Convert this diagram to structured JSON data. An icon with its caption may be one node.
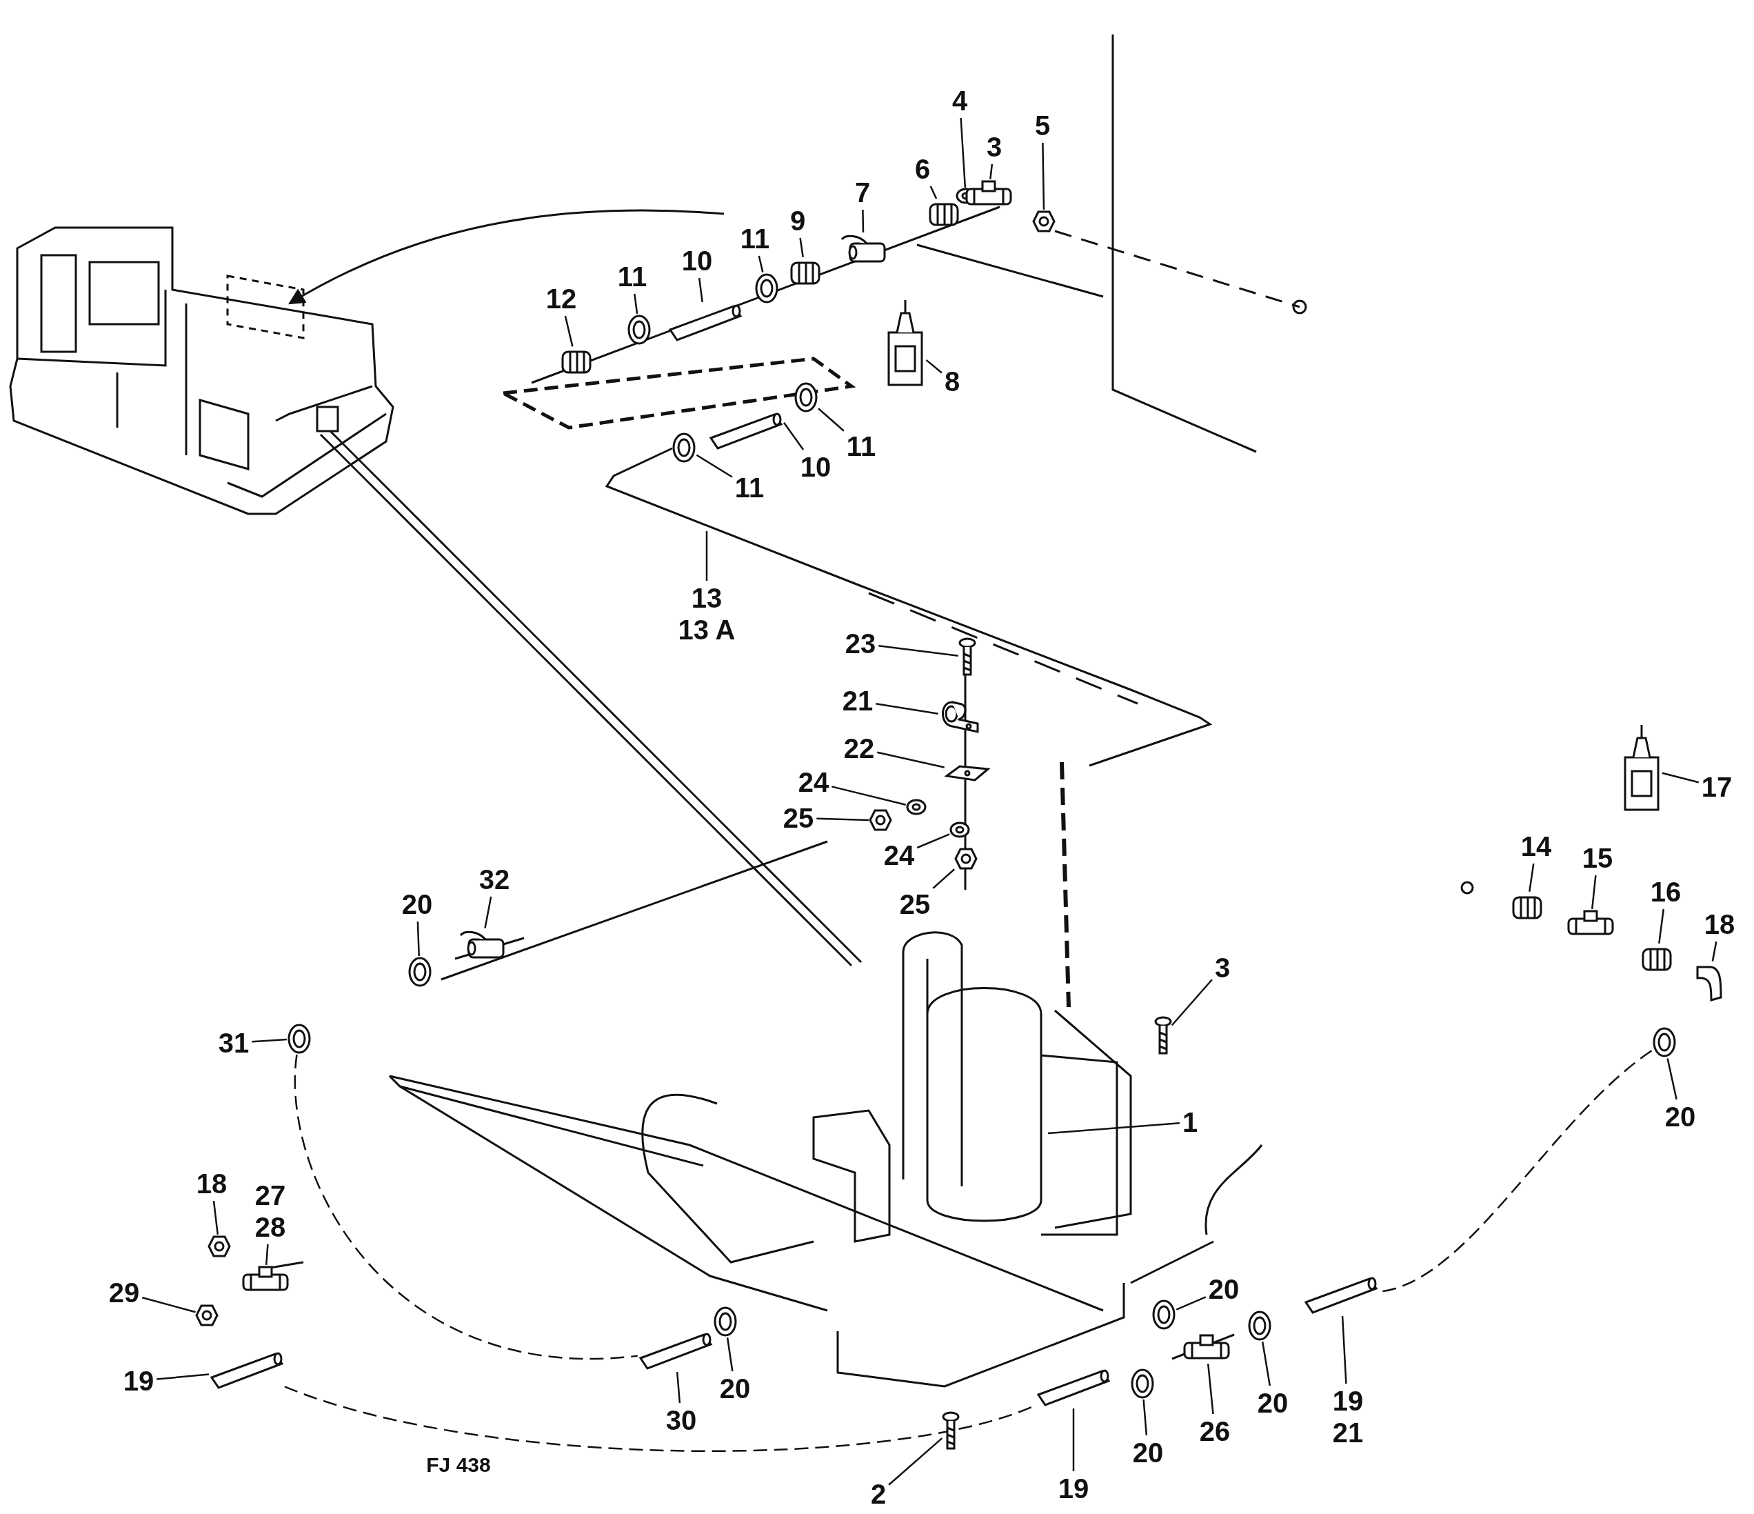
{
  "diagram": {
    "nodes": [
      {
        "text": [
          "4"
        ]
      },
      {
        "text": [
          "3"
        ]
      },
      {
        "text": [
          "5"
        ]
      },
      {
        "text": [
          "6"
        ]
      },
      {
        "text": [
          "7"
        ]
      },
      {
        "text": [
          "9"
        ]
      },
      {
        "text": [
          "11"
        ]
      },
      {
        "text": [
          "10"
        ]
      },
      {
        "text": [
          "11"
        ]
      },
      {
        "text": [
          "12"
        ]
      },
      {
        "text": [
          "8"
        ]
      },
      {
        "text": [
          "11"
        ]
      },
      {
        "text": [
          "10"
        ]
      },
      {
        "text": [
          "11"
        ]
      },
      {
        "text": [
          "13",
          "13 A"
        ]
      },
      {
        "text": [
          "23"
        ]
      },
      {
        "text": [
          "21"
        ]
      },
      {
        "text": [
          "22"
        ]
      },
      {
        "text": [
          "24"
        ]
      },
      {
        "text": [
          "25"
        ]
      },
      {
        "text": [
          "24"
        ]
      },
      {
        "text": [
          "25"
        ]
      },
      {
        "text": [
          "20"
        ]
      },
      {
        "text": [
          "32"
        ]
      },
      {
        "text": [
          "31"
        ]
      },
      {
        "text": [
          "3"
        ]
      },
      {
        "text": [
          "1"
        ]
      },
      {
        "text": [
          "17"
        ]
      },
      {
        "text": [
          "14"
        ]
      },
      {
        "text": [
          "15"
        ]
      },
      {
        "text": [
          "16"
        ]
      },
      {
        "text": [
          "18"
        ]
      },
      {
        "text": [
          "20"
        ]
      },
      {
        "text": [
          "18"
        ]
      },
      {
        "text": [
          "27",
          "28"
        ]
      },
      {
        "text": [
          "29"
        ]
      },
      {
        "text": [
          "19"
        ]
      },
      {
        "text": [
          "20"
        ]
      },
      {
        "text": [
          "20"
        ]
      },
      {
        "text": [
          "30"
        ]
      },
      {
        "text": [
          "20"
        ]
      },
      {
        "text": [
          "26"
        ]
      },
      {
        "text": [
          "19",
          "21"
        ]
      },
      {
        "text": [
          "20"
        ]
      },
      {
        "text": [
          "19"
        ]
      },
      {
        "text": [
          "2"
        ]
      },
      {
        "text": [],
        "shape": "picture"
      },
      {
        "text": [],
        "shape": "picture"
      },
      {
        "text": [],
        "shape": "picture"
      },
      {
        "text": [],
        "shape": "picture"
      },
      {
        "text": [],
        "shape": "picture"
      },
      {
        "text": [],
        "shape": "picture"
      },
      {
        "text": [],
        "shape": "picture"
      },
      {
        "text": [],
        "shape": "picture"
      },
      {
        "text": [],
        "shape": "picture"
      },
      {
        "text": [],
        "shape": "picture"
      },
      {
        "text": [],
        "shape": "picture"
      },
      {
        "text": [],
        "shape": "picture"
      },
      {
        "text": [],
        "shape": "picture"
      },
      {
        "text": [],
        "shape": "picture"
      },
      {
        "text": [],
        "shape": "picture"
      },
      {
        "text": [],
        "shape": "picture"
      },
      {
        "text": [],
        "shape": "picture"
      },
      {
        "text": [],
        "shape": "picture"
      },
      {
        "text": [],
        "shape": "picture"
      },
      {
        "text": [],
        "shape": "picture"
      },
      {
        "text": [],
        "shape": "picture"
      },
      {
        "text": [],
        "shape": "picture"
      },
      {
        "text": [],
        "shape": "picture"
      },
      {
        "text": [],
        "shape": "picture"
      },
      {
        "text": [],
        "shape": "picture"
      },
      {
        "text": [],
        "shape": "picture"
      },
      {
        "text": [],
        "shape": "picture"
      },
      {
        "text": [],
        "shape": "picture"
      },
      {
        "text": [],
        "shape": "picture"
      },
      {
        "text": [],
        "shape": "picture"
      },
      {
        "text": [],
        "shape": "picture"
      },
      {
        "text": [],
        "shape": "picture"
      },
      {
        "text": [],
        "shape": "picture"
      },
      {
        "text": [],
        "shape": "picture"
      },
      {
        "text": [],
        "shape": "picture"
      },
      {
        "text": [],
        "shape": "picture"
      },
      {
        "text": [],
        "shape": "picture"
      },
      {
        "text": [],
        "shape": "picture"
      },
      {
        "text": [],
        "shape": "picture"
      },
      {
        "text": [],
        "shape": "picture"
      },
      {
        "text": [],
        "shape": "picture"
      },
      {
        "text": [],
        "shape": "picture"
      },
      {
        "text": [],
        "shape": "picture"
      },
      {
        "text": [],
        "shape": "picture"
      }
    ],
    "edges": [
      {
        "from": 0,
        "to": 46,
        "arrow": "none"
      },
      {
        "from": 1,
        "to": 47,
        "arrow": "none"
      },
      {
        "from": 2,
        "to": 48,
        "arrow": "none"
      },
      {
        "from": 3,
        "to": 49,
        "arrow": "none"
      },
      {
        "from": 4,
        "to": 50,
        "arrow": "none"
      },
      {
        "from": 5,
        "to": 51,
        "arrow": "none"
      },
      {
        "from": 6,
        "to": 52,
        "arrow": "none"
      },
      {
        "from": 7,
        "to": 53,
        "arrow": "none"
      },
      {
        "from": 8,
        "to": 54,
        "arrow": "none"
      },
      {
        "from": 9,
        "to": 55,
        "arrow": "none"
      },
      {
        "from": 10,
        "to": 56,
        "arrow": "none"
      },
      {
        "from": 11,
        "to": 57,
        "arrow": "none"
      },
      {
        "from": 12,
        "to": 58,
        "arrow": "none"
      },
      {
        "from": 13,
        "to": 59,
        "arrow": "none"
      },
      {
        "from": 14,
        "to": null,
        "arrow": "none"
      },
      {
        "from": 15,
        "to": 60,
        "arrow": "none"
      },
      {
        "from": 16,
        "to": 61,
        "arrow": "none"
      },
      {
        "from": 17,
        "to": 62,
        "arrow": "none"
      },
      {
        "from": 18,
        "to": 63,
        "arrow": "none"
      },
      {
        "from": 19,
        "to": 64,
        "arrow": "none"
      },
      {
        "from": 20,
        "to": 65,
        "arrow": "none"
      },
      {
        "from": 21,
        "to": 66,
        "arrow": "none"
      },
      {
        "from": 22,
        "to": 67,
        "arrow": "none"
      },
      {
        "from": 23,
        "to": 68,
        "arrow": "none"
      },
      {
        "from": 24,
        "to": 69,
        "arrow": "none"
      },
      {
        "from": 25,
        "to": 70,
        "arrow": "none"
      },
      {
        "from": 26,
        "to": null,
        "arrow": "none"
      },
      {
        "from": 27,
        "to": 71,
        "arrow": "none"
      },
      {
        "from": 28,
        "to": 72,
        "arrow": "none"
      },
      {
        "from": 29,
        "to": 73,
        "arrow": "none"
      },
      {
        "from": 30,
        "to": 74,
        "arrow": "none"
      },
      {
        "from": 31,
        "to": 75,
        "arrow": "none"
      },
      {
        "from": 32,
        "to": 76,
        "arrow": "none"
      },
      {
        "from": 33,
        "to": 77,
        "arrow": "none"
      },
      {
        "from": 34,
        "to": 78,
        "arrow": "none"
      },
      {
        "from": 35,
        "to": 79,
        "arrow": "none"
      },
      {
        "from": 36,
        "to": 80,
        "arrow": "none"
      },
      {
        "from": 37,
        "to": 81,
        "arrow": "none"
      },
      {
        "from": 38,
        "to": 82,
        "arrow": "none"
      },
      {
        "from": 39,
        "to": 83,
        "arrow": "none"
      },
      {
        "from": 40,
        "to": 84,
        "arrow": "none"
      },
      {
        "from": 41,
        "to": 85,
        "arrow": "none"
      },
      {
        "from": 42,
        "to": 86,
        "arrow": "none"
      },
      {
        "from": 43,
        "to": 87,
        "arrow": "none"
      },
      {
        "from": 44,
        "to": 88,
        "arrow": "none"
      },
      {
        "from": 45,
        "to": 89,
        "arrow": "none"
      },
      {
        "from": 69,
        "to": 83,
        "arrow": "none",
        "style": "dashed"
      },
      {
        "from": 76,
        "to": 86,
        "arrow": "none",
        "style": "dashed"
      },
      {
        "from": 80,
        "to": 88,
        "arrow": "none",
        "style": "dashed"
      }
    ],
    "labels": [
      "FJ 438"
    ]
  }
}
